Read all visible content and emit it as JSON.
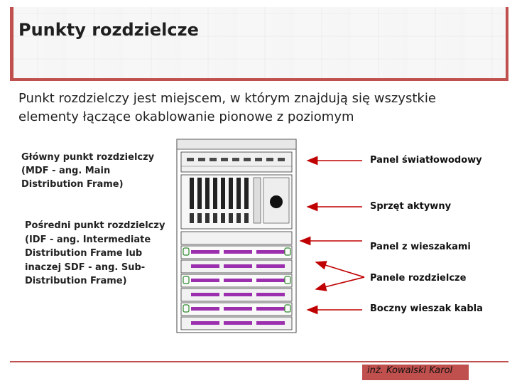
{
  "slide": {
    "title": "Punkty rozdzielcze",
    "intro": "Punkt rozdzielczy jest miejscem, w którym znajdują się wszystkie elementy łączące okablowanie pionowe z poziomym",
    "mdf_lines": [
      "Główny punkt rozdzielczy",
      "(MDF - ang. Main",
      "Distribution Frame)"
    ],
    "idf_lines": [
      "Pośredni punkt rozdzielczy",
      "(IDF - ang. Intermediate",
      "Distribution Frame lub",
      "inaczej SDF - ang. Sub-",
      "Distribution Frame)"
    ],
    "callouts": {
      "fiber_panel": "Panel światłowodowy",
      "active_equipment": "Sprzęt aktywny",
      "hanger_panel": "Panel z wieszakami",
      "patch_panels": "Panele rozdzielcze",
      "side_hanger": "Boczny wieszak kabla"
    },
    "footer": "inż. Kowalski Karol"
  },
  "colors": {
    "accent": "#c0504d",
    "arrow": "#c00000",
    "port": "#9b2fae"
  },
  "icons": {
    "rack": "rack-diagram"
  }
}
